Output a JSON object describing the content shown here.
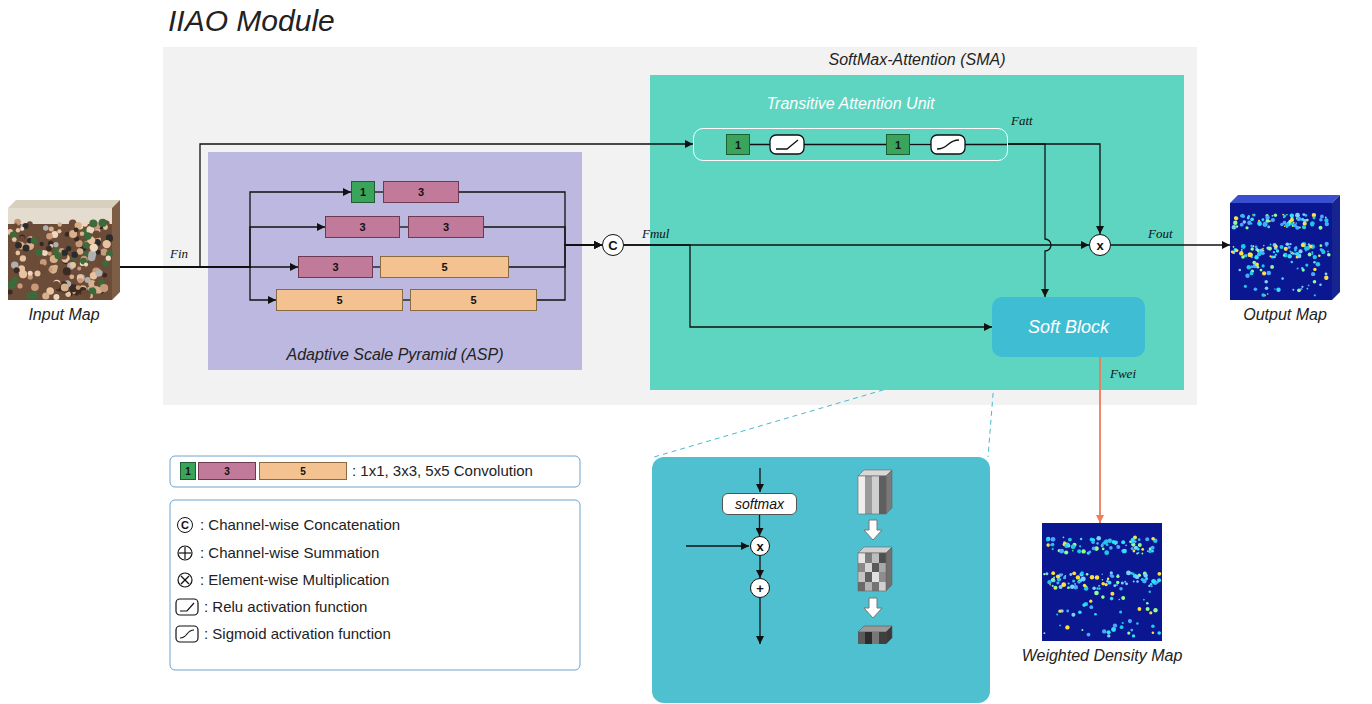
{
  "diagram": {
    "title": "IIAO Module",
    "nodes": [
      {
        "text": [
          "Input Map"
        ]
      },
      {
        "text": [
          "Adaptive Scale Pyramid (ASP)"
        ]
      },
      {
        "text": [
          "1"
        ],
        "in": 1
      },
      {
        "text": [
          "3"
        ],
        "in": 1
      },
      {
        "text": [
          "3"
        ],
        "in": 1
      },
      {
        "text": [
          "3"
        ],
        "in": 1
      },
      {
        "text": [
          "3"
        ],
        "in": 1
      },
      {
        "text": [
          "5"
        ],
        "in": 1
      },
      {
        "text": [
          "5"
        ],
        "in": 1
      },
      {
        "text": [
          "5"
        ],
        "in": 1
      },
      {
        "text": [
          "C"
        ]
      },
      {
        "text": [
          "SoftMax-Attention (SMA)"
        ]
      },
      {
        "text": [
          "Transitive Attention Unit"
        ],
        "in": 11
      },
      {
        "text": [
          "1"
        ],
        "in": 12
      },
      {
        "text": [
          "1"
        ],
        "in": 12
      },
      {
        "text": [
          "x"
        ],
        "in": 11
      },
      {
        "text": [
          "Soft Block"
        ],
        "in": 11
      },
      {
        "text": [
          "Output Map"
        ]
      },
      {
        "text": [
          "Weighted Density Map"
        ]
      },
      {
        "text": [
          "softmax"
        ]
      },
      {
        "text": [
          "x"
        ]
      },
      {
        "text": [
          "+"
        ]
      }
    ],
    "edges": [
      {
        "from": 0,
        "to": 2,
        "arrow": "to",
        "label": "Fin"
      },
      {
        "from": 0,
        "to": 4,
        "arrow": "to"
      },
      {
        "from": 0,
        "to": 6,
        "arrow": "to"
      },
      {
        "from": 0,
        "to": 8,
        "arrow": "to"
      },
      {
        "from": 0,
        "to": 12,
        "arrow": "to"
      },
      {
        "from": 2,
        "to": 3,
        "arrow": "none"
      },
      {
        "from": 4,
        "to": 5,
        "arrow": "none"
      },
      {
        "from": 6,
        "to": 7,
        "arrow": "none"
      },
      {
        "from": 8,
        "to": 9,
        "arrow": "none"
      },
      {
        "from": 3,
        "to": 10,
        "arrow": "to"
      },
      {
        "from": 5,
        "to": 10,
        "arrow": "to"
      },
      {
        "from": 7,
        "to": 10,
        "arrow": "to"
      },
      {
        "from": 9,
        "to": 10,
        "arrow": "to"
      },
      {
        "from": 10,
        "to": 15,
        "arrow": "to",
        "label": "Fmul"
      },
      {
        "from": 10,
        "to": 16,
        "arrow": "to"
      },
      {
        "from": 12,
        "to": 15,
        "arrow": "to",
        "label": "Fatt"
      },
      {
        "from": 12,
        "to": 16,
        "arrow": "to"
      },
      {
        "from": 15,
        "to": 17,
        "arrow": "to",
        "label": "Fout"
      },
      {
        "from": 16,
        "to": 18,
        "arrow": "to",
        "label": "Fwei"
      },
      {
        "from": 19,
        "to": 20,
        "arrow": "to"
      },
      {
        "from": 20,
        "to": 21,
        "arrow": "to"
      },
      {
        "from": 13,
        "to": 14,
        "arrow": "none"
      }
    ],
    "labels": [
      "1",
      "3",
      "5",
      "C"
    ],
    "legend": [
      {
        "text": ": 1x1, 3x3, 5x5 Convolution"
      },
      {
        "text": ": Channel-wise Concatenation"
      },
      {
        "text": ": Channel-wise Summation"
      },
      {
        "text": ": Element-wise Multiplication"
      },
      {
        "text": ": Relu activation function"
      },
      {
        "text": ": Sigmoid activation function"
      }
    ]
  }
}
